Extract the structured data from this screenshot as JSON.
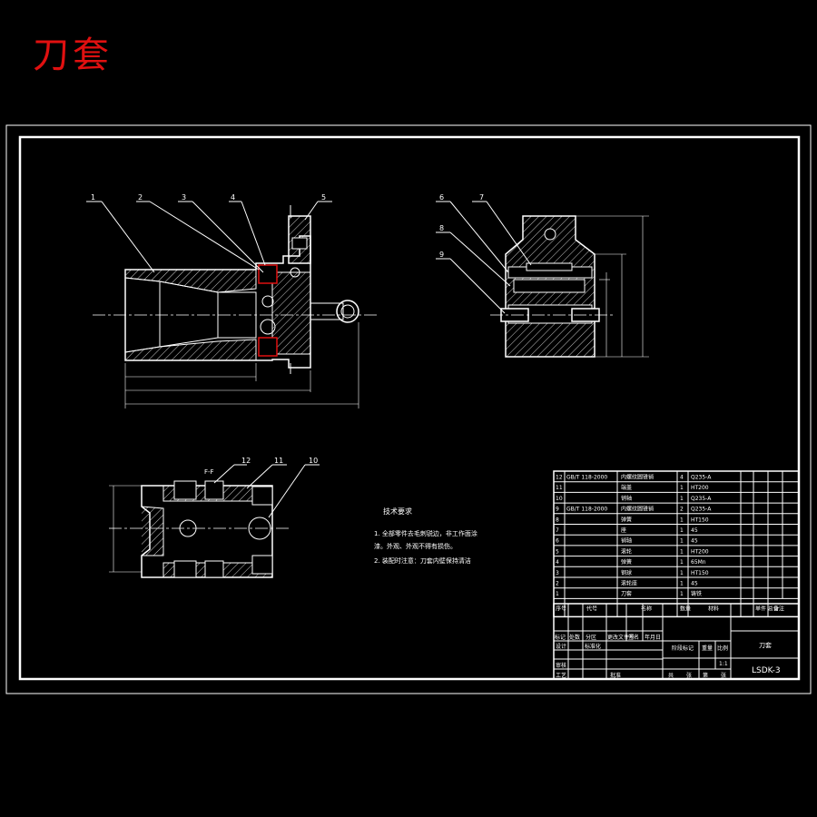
{
  "title": "刀套",
  "balloons": [
    "1",
    "2",
    "3",
    "4",
    "5",
    "6",
    "7",
    "8",
    "9",
    "10",
    "11",
    "12"
  ],
  "section_label": "F-F",
  "tech_req": {
    "heading": "技术要求",
    "items": [
      "1. 全部零件去毛刺锐边，非工作面涂",
      "   漆。外观、外观不得有损伤。",
      "2. 装配时注意：刀套内壁保持清洁"
    ]
  },
  "bom": {
    "rows": [
      {
        "no": "12",
        "code": "GB/T 118-2000",
        "name": "内螺纹圆锥销",
        "qty": "4",
        "mat": "Q235-A"
      },
      {
        "no": "11",
        "code": "",
        "name": "端盖",
        "qty": "1",
        "mat": "HT200"
      },
      {
        "no": "10",
        "code": "",
        "name": "销轴",
        "qty": "1",
        "mat": "Q235-A"
      },
      {
        "no": "9",
        "code": "GB/T 118-2000",
        "name": "内螺纹圆锥销",
        "qty": "2",
        "mat": "Q235-A"
      },
      {
        "no": "8",
        "code": "",
        "name": "弹簧",
        "qty": "1",
        "mat": "HT150"
      },
      {
        "no": "7",
        "code": "",
        "name": "座",
        "qty": "1",
        "mat": "45"
      },
      {
        "no": "6",
        "code": "",
        "name": "销轴",
        "qty": "1",
        "mat": "45"
      },
      {
        "no": "5",
        "code": "",
        "name": "滚轮",
        "qty": "1",
        "mat": "HT200"
      },
      {
        "no": "4",
        "code": "",
        "name": "弹簧",
        "qty": "1",
        "mat": "65Mn"
      },
      {
        "no": "3",
        "code": "",
        "name": "钢球",
        "qty": "1",
        "mat": "HT150"
      },
      {
        "no": "2",
        "code": "",
        "name": "滚轮座",
        "qty": "1",
        "mat": "45"
      },
      {
        "no": "1",
        "code": "",
        "name": "刀套",
        "qty": "1",
        "mat": "铸铁"
      }
    ],
    "header": {
      "no": "序号",
      "code": "代号",
      "name": "名称",
      "qty": "数量",
      "mat": "材料",
      "weight": "单件 总计",
      "remark": "备注"
    }
  },
  "title_block": {
    "part_name": "刀套",
    "drawing_no": "LSDK-3",
    "scale": "1:1",
    "labels": [
      "标记",
      "处数",
      "分区",
      "更改文件号",
      "签名",
      "年月日",
      "设计",
      "标准化",
      "审核",
      "工艺",
      "批准",
      "阶段标记",
      "重量",
      "比例",
      "共",
      "张",
      "第",
      "张"
    ]
  },
  "colors": {
    "line": "#ffffff",
    "hatch": "#ffffff",
    "accent": "#e01010",
    "bg": "#000000"
  }
}
